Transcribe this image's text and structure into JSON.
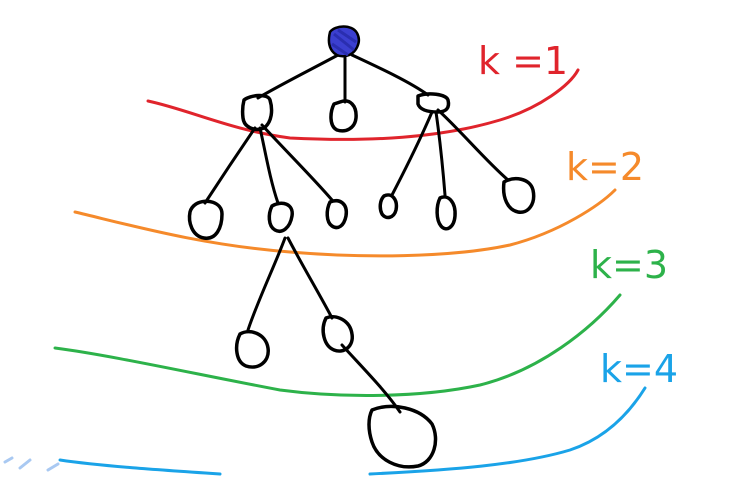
{
  "levels": [
    {
      "label": "k =1",
      "color": "#e0242c"
    },
    {
      "label": "k=2",
      "color": "#f58a2b"
    },
    {
      "label": "k=3",
      "color": "#2db24a"
    },
    {
      "label": "k=4",
      "color": "#1aa3e8"
    }
  ],
  "colors": {
    "root_fill": "#3b3fd0",
    "nodes": "#000000",
    "background": "#ffffff"
  }
}
